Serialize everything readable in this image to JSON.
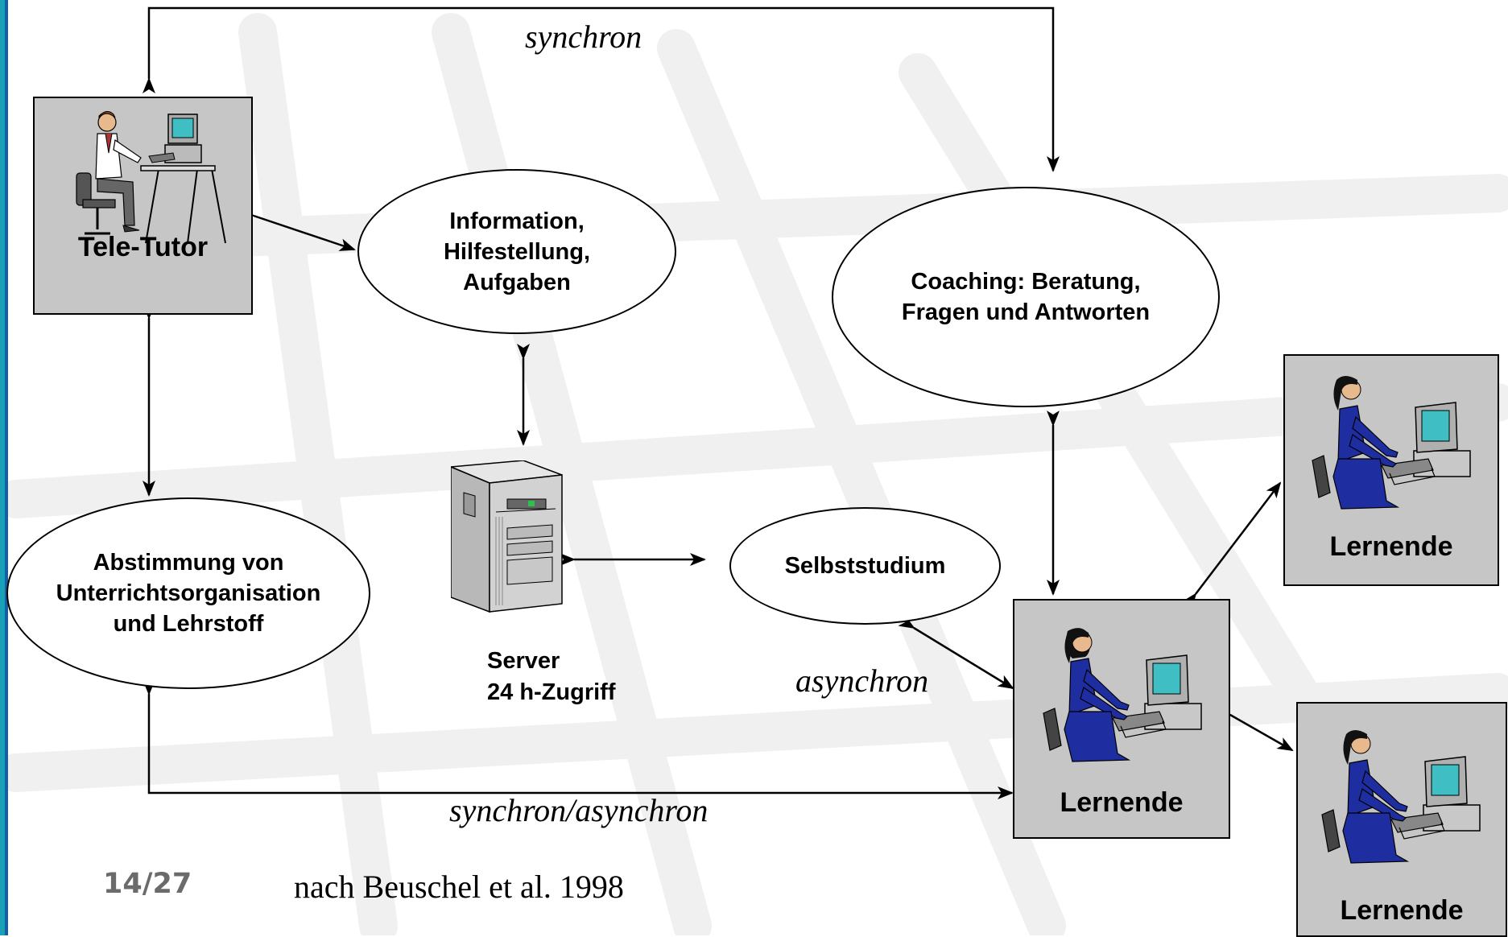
{
  "nodes": {
    "tutor": {
      "label": "Tele-Tutor"
    },
    "lernende_main": {
      "label": "Lernende"
    },
    "lernende_top": {
      "label": "Lernende"
    },
    "lernende_bottom": {
      "label": "Lernende"
    },
    "information": {
      "label": "Information,\nHilfestellung,\nAufgaben"
    },
    "coaching": {
      "label": "Coaching: Beratung,\nFragen und Antworten"
    },
    "selbststudium": {
      "label": "Selbststudium"
    },
    "abstimmung": {
      "label": "Abstimmung von\nUnterrichtsorganisation\nund Lehrstoff"
    },
    "server": {
      "label": "Server\n24 h-Zugriff"
    }
  },
  "edge_labels": {
    "synchron": "synchron",
    "asynchron": "asynchron",
    "synchron_asynchron": "synchron/asynchron"
  },
  "footer": {
    "page_number": "14/27",
    "citation": "nach Beuschel et al. 1998"
  },
  "colors": {
    "box_fill": "#c6c6c6",
    "edge_bar": "#1aa0b8",
    "page_number": "#6b6b6b",
    "person_suit": "#1e2ea0"
  }
}
